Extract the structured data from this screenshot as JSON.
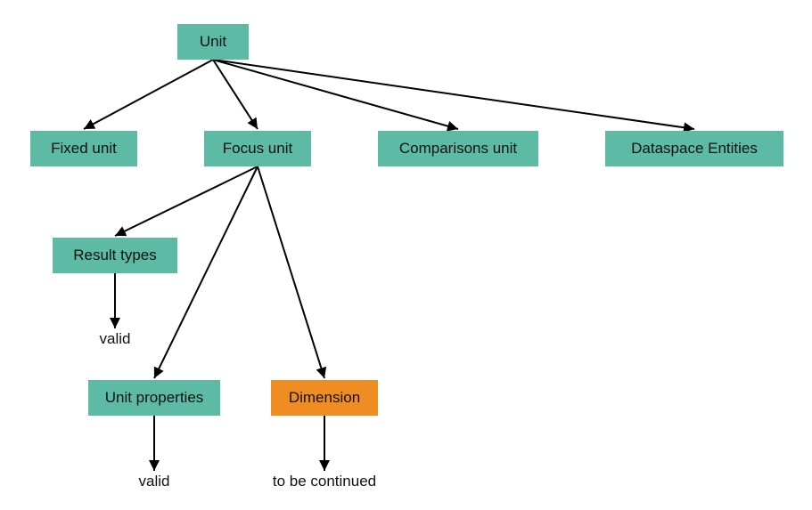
{
  "colors": {
    "teal": "#5cbaa5",
    "orange": "#ef8c22",
    "edge": "#000000"
  },
  "nodes": {
    "unit": "Unit",
    "fixed_unit": "Fixed unit",
    "focus_unit": "Focus unit",
    "comparisons_unit": "Comparisons unit",
    "dataspace_entities": "Dataspace Entities",
    "result_types": "Result types",
    "unit_properties": "Unit properties",
    "dimension": "Dimension"
  },
  "labels": {
    "result_types_valid": "valid",
    "unit_properties_valid": "valid",
    "dimension_note": "to be continued"
  },
  "edges": [
    [
      "unit",
      "fixed_unit"
    ],
    [
      "unit",
      "focus_unit"
    ],
    [
      "unit",
      "comparisons_unit"
    ],
    [
      "unit",
      "dataspace_entities"
    ],
    [
      "focus_unit",
      "result_types"
    ],
    [
      "focus_unit",
      "unit_properties"
    ],
    [
      "focus_unit",
      "dimension"
    ],
    [
      "result_types",
      "result_types_valid"
    ],
    [
      "unit_properties",
      "unit_properties_valid"
    ],
    [
      "dimension",
      "dimension_note"
    ]
  ]
}
